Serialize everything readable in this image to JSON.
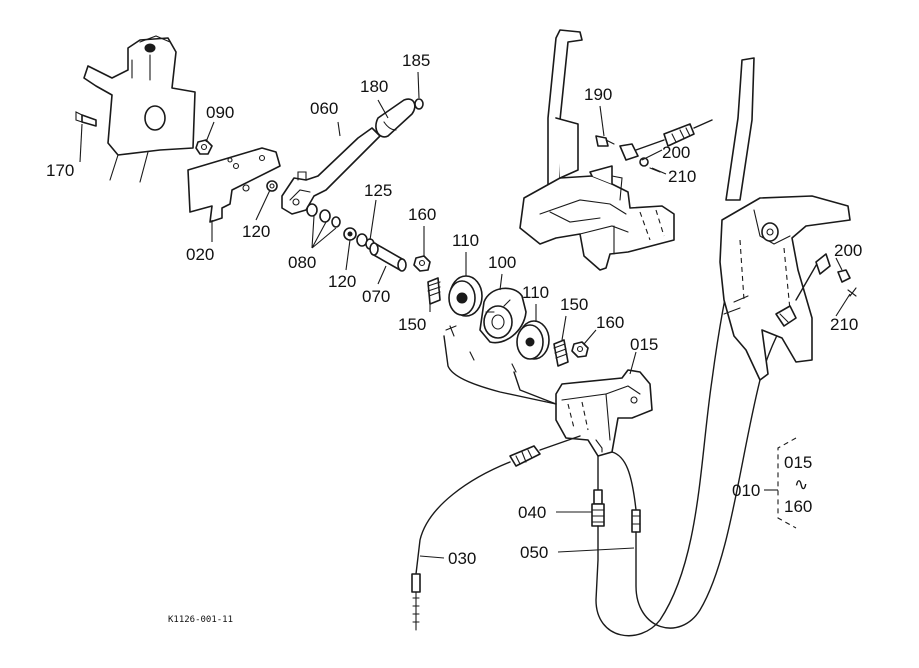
{
  "labels": {
    "p170": "170",
    "p090": "090",
    "p020": "020",
    "p120a": "120",
    "p060": "060",
    "p180": "180",
    "p185": "185",
    "p125": "125",
    "p080": "080",
    "p120b": "120",
    "p070": "070",
    "p160a": "160",
    "p150a": "150",
    "p110a": "110",
    "p100": "100",
    "p110b": "110",
    "p150b": "150",
    "p160b": "160",
    "p015": "015",
    "p190": "190",
    "p200a": "200",
    "p210a": "210",
    "p200b": "200",
    "p210b": "210",
    "p040": "040",
    "p050": "050",
    "p030": "030"
  },
  "assembly_note": {
    "label": "010",
    "range_top": "015",
    "range_sep": "∿",
    "range_bottom": "160"
  },
  "drawing_code": "K1126-001-11"
}
